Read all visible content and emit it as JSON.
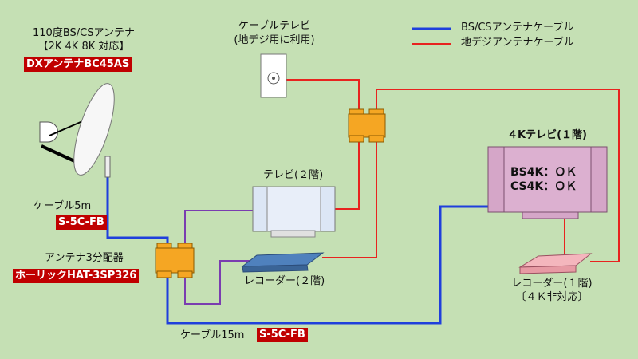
{
  "antenna": {
    "title": "110度BS/CSアンテナ",
    "support": "【2K 4K 8K 対応】",
    "model": "DXアンテナBC45AS"
  },
  "cable_tv": {
    "title": "ケーブルテレビ",
    "note": "(地デジ用に利用)"
  },
  "legend": {
    "bs_cs": "BS/CSアンテナケーブル",
    "bs_cs_color": "#1f3fdc",
    "terrestrial": "地デジアンテナケーブル",
    "terrestrial_color": "#e8231f"
  },
  "tv_2f": {
    "label": "テレビ(２階)"
  },
  "cable_5m": {
    "label": "ケーブル5m",
    "type": "S-5C-FB"
  },
  "splitter": {
    "label": "アンテナ3分配器",
    "model": "ホーリックHAT-3SP326"
  },
  "recorder_2f": {
    "label": "レコーダー(２階)"
  },
  "tv_4k": {
    "title": "４Kテレビ(１階)",
    "bs4k": "BS4K：ＯＫ",
    "cs4k": "CS4K：ＯＫ"
  },
  "recorder_1f": {
    "label": "レコーダー(１階)",
    "note": "〔４Ｋ非対応〕"
  },
  "cable_15m": {
    "label": "ケーブル15m",
    "type": "S-5C-FB"
  },
  "colors": {
    "background": "#c5e0b4",
    "splitter": "#f5a623",
    "tv_4k": "#d5a6c8",
    "recorder_2f": "#4f81bd",
    "recorder_1f": "#f4b6bd",
    "purple_cable": "#7a3db0",
    "label_bg": "#c00000"
  }
}
